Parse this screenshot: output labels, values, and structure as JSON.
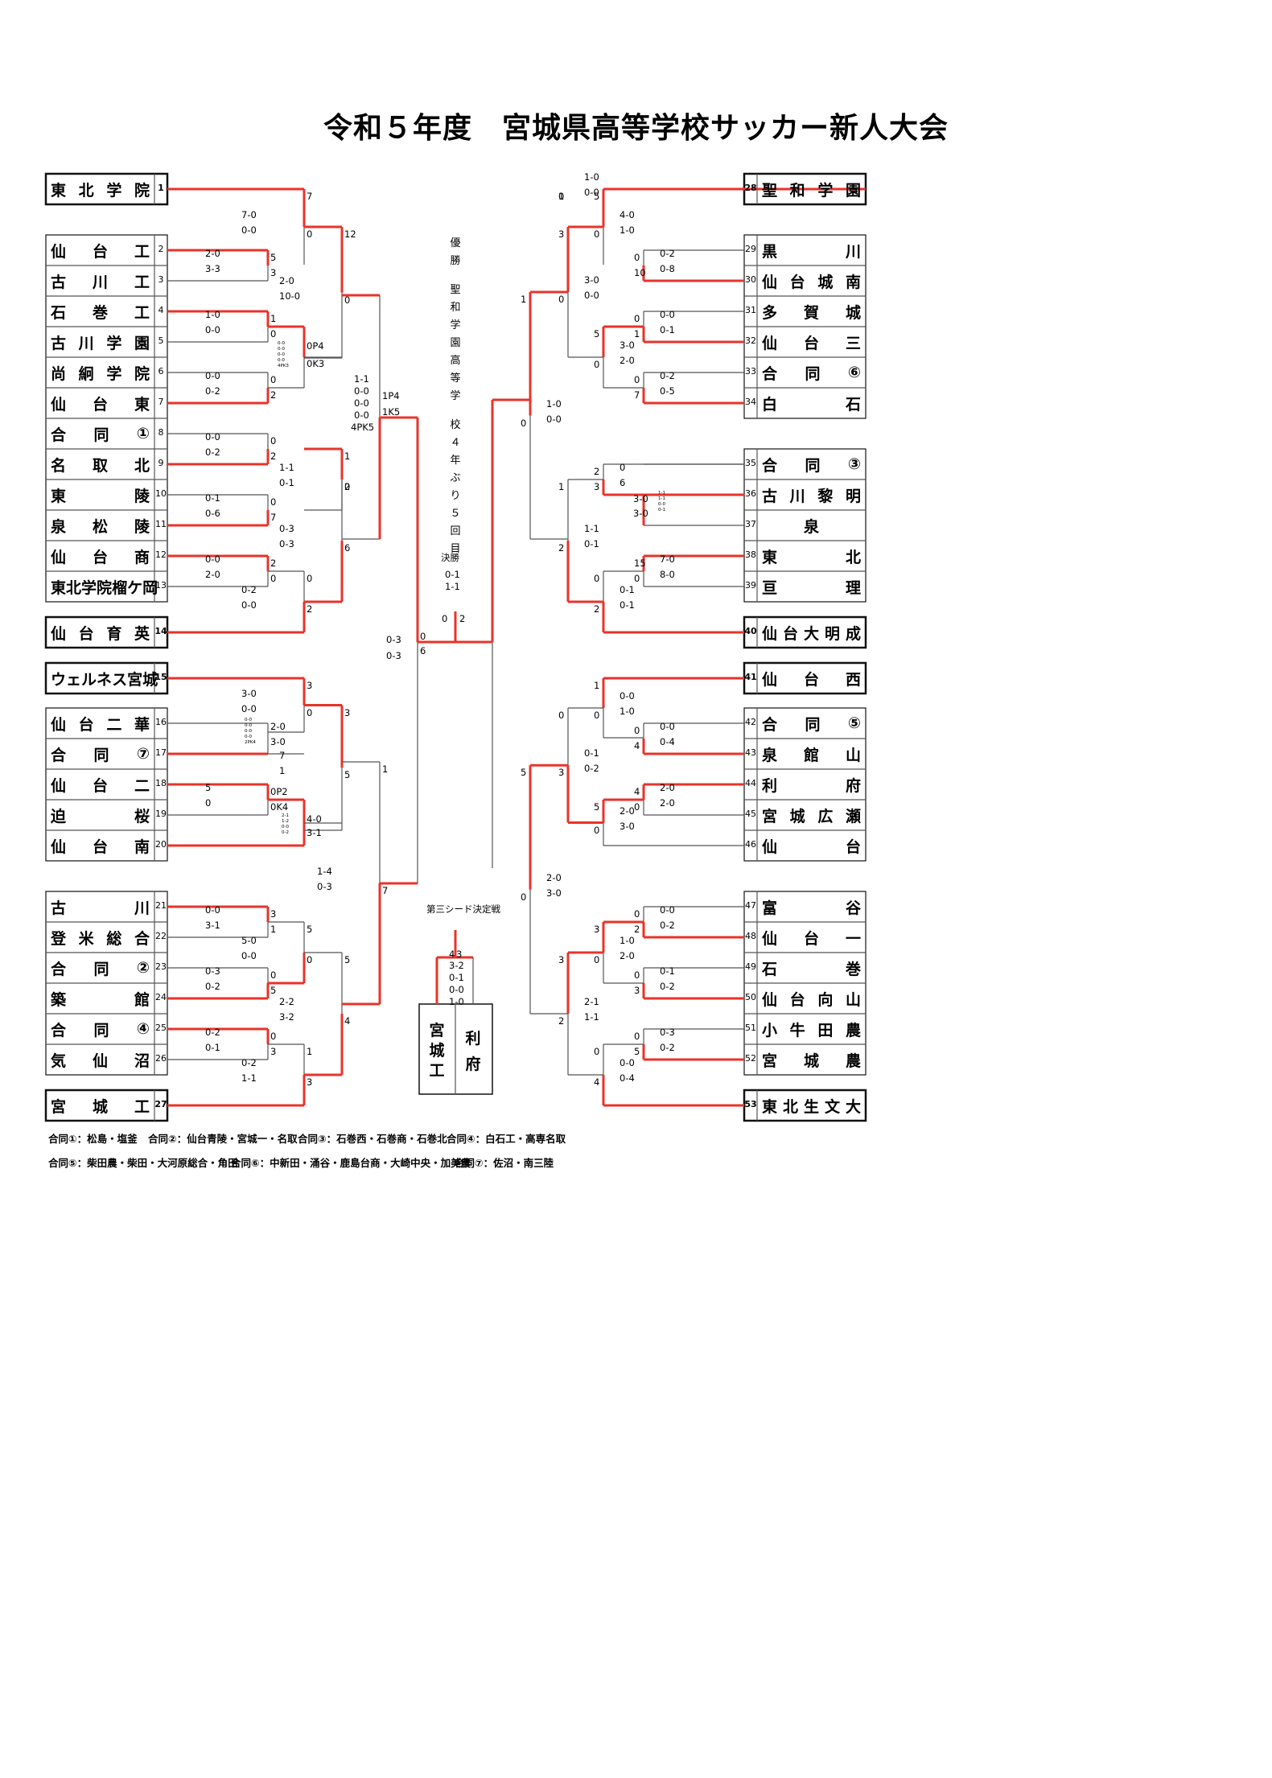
{
  "title": "令和５年度　宮城県高等学校サッカー新人大会",
  "teams_left": [
    {
      "no": "1",
      "name": "東北学院"
    },
    {
      "no": "2",
      "name": "仙台工"
    },
    {
      "no": "3",
      "name": "古川工"
    },
    {
      "no": "4",
      "name": "石巻工"
    },
    {
      "no": "5",
      "name": "古川学園"
    },
    {
      "no": "6",
      "name": "尚絅学院"
    },
    {
      "no": "7",
      "name": "仙台東"
    },
    {
      "no": "8",
      "name": "合同①"
    },
    {
      "no": "9",
      "name": "名取北"
    },
    {
      "no": "10",
      "name": "東陵"
    },
    {
      "no": "11",
      "name": "泉松陵"
    },
    {
      "no": "12",
      "name": "仙台商"
    },
    {
      "no": "13",
      "name": "東北学院榴ケ岡"
    },
    {
      "no": "14",
      "name": "仙台育英"
    },
    {
      "no": "15",
      "name": "ウェルネス宮城"
    },
    {
      "no": "16",
      "name": "仙台二華"
    },
    {
      "no": "17",
      "name": "合同⑦"
    },
    {
      "no": "18",
      "name": "仙台二"
    },
    {
      "no": "19",
      "name": "迫桜"
    },
    {
      "no": "20",
      "name": "仙台南"
    },
    {
      "no": "21",
      "name": "古川"
    },
    {
      "no": "22",
      "name": "登米総合"
    },
    {
      "no": "23",
      "name": "合同②"
    },
    {
      "no": "24",
      "name": "築館"
    },
    {
      "no": "25",
      "name": "合同④"
    },
    {
      "no": "26",
      "name": "気仙沼"
    },
    {
      "no": "27",
      "name": "宮城工"
    }
  ],
  "teams_right": [
    {
      "no": "28",
      "name": "聖和学園"
    },
    {
      "no": "29",
      "name": "黒川"
    },
    {
      "no": "30",
      "name": "仙台城南"
    },
    {
      "no": "31",
      "name": "多賀城"
    },
    {
      "no": "32",
      "name": "仙台三"
    },
    {
      "no": "33",
      "name": "合同⑥"
    },
    {
      "no": "34",
      "name": "白石"
    },
    {
      "no": "35",
      "name": "合同③"
    },
    {
      "no": "36",
      "name": "古川黎明"
    },
    {
      "no": "37",
      "name": "泉"
    },
    {
      "no": "38",
      "name": "東北"
    },
    {
      "no": "39",
      "name": "亘理"
    },
    {
      "no": "40",
      "name": "仙台大明成"
    },
    {
      "no": "41",
      "name": "仙台西"
    },
    {
      "no": "42",
      "name": "合同⑤"
    },
    {
      "no": "43",
      "name": "泉館山"
    },
    {
      "no": "44",
      "name": "利府"
    },
    {
      "no": "45",
      "name": "宮城広瀬"
    },
    {
      "no": "46",
      "name": "仙台"
    },
    {
      "no": "47",
      "name": "富谷"
    },
    {
      "no": "48",
      "name": "仙台一"
    },
    {
      "no": "49",
      "name": "石巻"
    },
    {
      "no": "50",
      "name": "仙台向山"
    },
    {
      "no": "51",
      "name": "小牛田農"
    },
    {
      "no": "52",
      "name": "宮城農"
    },
    {
      "no": "53",
      "name": "東北生文大"
    }
  ],
  "champion_text": "優勝聖和学園高等学校４年ぶり５回目",
  "final": {
    "label": "決勝",
    "s1": "0-1",
    "s2": "1-1",
    "left_score": "0",
    "right_score": "2"
  },
  "third": {
    "label": "第三シード決定戦",
    "left_team": "宮城工",
    "right_team": "利府",
    "left_score": "4",
    "right_score": "3",
    "halves": [
      "3-2",
      "0-1",
      "0-0",
      "1-0"
    ]
  },
  "notes": [
    "合同①：松島・塩釜",
    "合同②：仙台青陵・宮城一・名取",
    "合同③：石巻西・石巻商・石巻北",
    "合同④：白石工・高専名取",
    "合同⑤：柴田農・柴田・大河原総合・角田",
    "合同⑥：中新田・涌谷・鹿島台商・大崎中央・加美農",
    "合同⑦：佐沼・南三陸"
  ],
  "scores": [
    "7-0",
    "0-0",
    "7",
    "0",
    "2-0",
    "3-3",
    "5",
    "3",
    "1-0",
    "0-0",
    "1",
    "0",
    "0-0",
    "0-2",
    "0",
    "2",
    "0-0",
    "0-2",
    "0",
    "2",
    "0-1",
    "0-6",
    "0",
    "7",
    "0-0",
    "2-0",
    "2",
    "0",
    "0-2",
    "0-0",
    "0",
    "2",
    "2-0",
    "10-0",
    "12",
    "0",
    "0P4",
    "0K3",
    "1-1",
    "0-1",
    "1",
    "2",
    "0-3",
    "0-3",
    "0",
    "6",
    "1-1",
    "0-0",
    "0-0",
    "0-0",
    "4PK5",
    "1P4",
    "1K5",
    "3-0",
    "0-0",
    "3",
    "0",
    "2-0",
    "3-0",
    "5",
    "0",
    "0P2",
    "0K4",
    "4-0",
    "3-1",
    "7",
    "1",
    "3",
    "5",
    "0-0",
    "3-1",
    "3",
    "1",
    "0-3",
    "0-2",
    "0",
    "5",
    "5-0",
    "0-0",
    "5",
    "0",
    "0-2",
    "0-1",
    "0",
    "3",
    "0-2",
    "1-1",
    "1",
    "3",
    "2-2",
    "3-2",
    "5",
    "4",
    "1-4",
    "0-3",
    "1",
    "7",
    "0-3",
    "0-3",
    "0",
    "6",
    "4-0",
    "1-0",
    "5",
    "0",
    "0-2",
    "0-8",
    "0",
    "10",
    "0-0",
    "0-1",
    "0",
    "1",
    "0-2",
    "0-5",
    "0",
    "7",
    "3-0",
    "2-0",
    "5",
    "0",
    "3-0",
    "0-0",
    "3",
    "0",
    "1-0",
    "0-0",
    "1",
    "0",
    "3-0",
    "3-0",
    "0",
    "6",
    "2",
    "3",
    "7-0",
    "8-0",
    "15",
    "0",
    "0-1",
    "0-1",
    "0",
    "2",
    "1-1",
    "0-1",
    "1",
    "2",
    "0-0",
    "1-0",
    "1",
    "0",
    "0-0",
    "0-4",
    "0",
    "4",
    "2-0",
    "2-0",
    "4",
    "0",
    "2-0",
    "3-0",
    "5",
    "0",
    "0-1",
    "0-2",
    "0",
    "3",
    "0-0",
    "0-2",
    "0",
    "2",
    "0-1",
    "0-2",
    "0",
    "3",
    "1-0",
    "2-0",
    "3",
    "0",
    "0-3",
    "0-2",
    "0",
    "5",
    "0-0",
    "0-4",
    "0",
    "4",
    "2-1",
    "1-1",
    "3",
    "2",
    "2-0",
    "3-0",
    "5",
    "0"
  ],
  "small_pk": [
    "0-0\n0-0\n0-0\n0-0\n4PK3",
    "0-0\n0-0\n0-0\n0-0\n2PK4",
    "2-1\n1-2\n0-0\n0-2",
    "1-1\n1-1\n0-0\n0-1"
  ],
  "colors": {
    "win": "#e8332a",
    "line": "#555555",
    "text": "#000000"
  }
}
